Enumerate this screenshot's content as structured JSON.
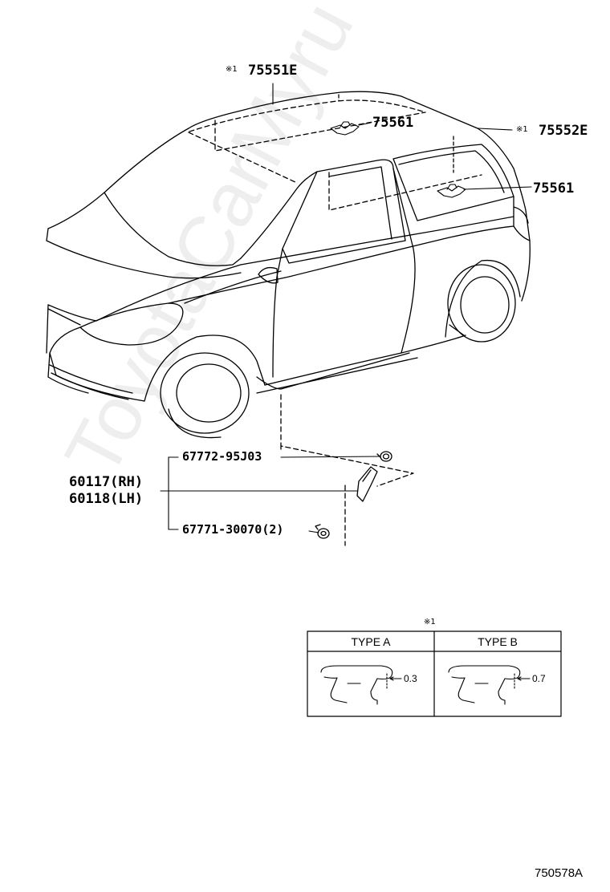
{
  "callouts": {
    "roof_molding": {
      "mark": "※1",
      "part_no": "75551E"
    },
    "roof_clip_upper": {
      "part_no": "75561"
    },
    "side_molding": {
      "mark": "※1",
      "part_no": "75552E"
    },
    "roof_clip_lower": {
      "part_no": "75561"
    },
    "screw": {
      "part_no": "67772-95J03"
    },
    "mudguard_rh": {
      "part_no": "60117(RH)"
    },
    "mudguard_lh": {
      "part_no": "60118(LH)"
    },
    "clip": {
      "part_no": "67771-30070(2)"
    }
  },
  "type_table": {
    "note_mark": "※1",
    "type_a": {
      "header": "TYPE A",
      "dimension": "0.3"
    },
    "type_b": {
      "header": "TYPE B",
      "dimension": "0.7"
    }
  },
  "watermark": "ToyotaCarMyru",
  "reference_code": "750578A"
}
